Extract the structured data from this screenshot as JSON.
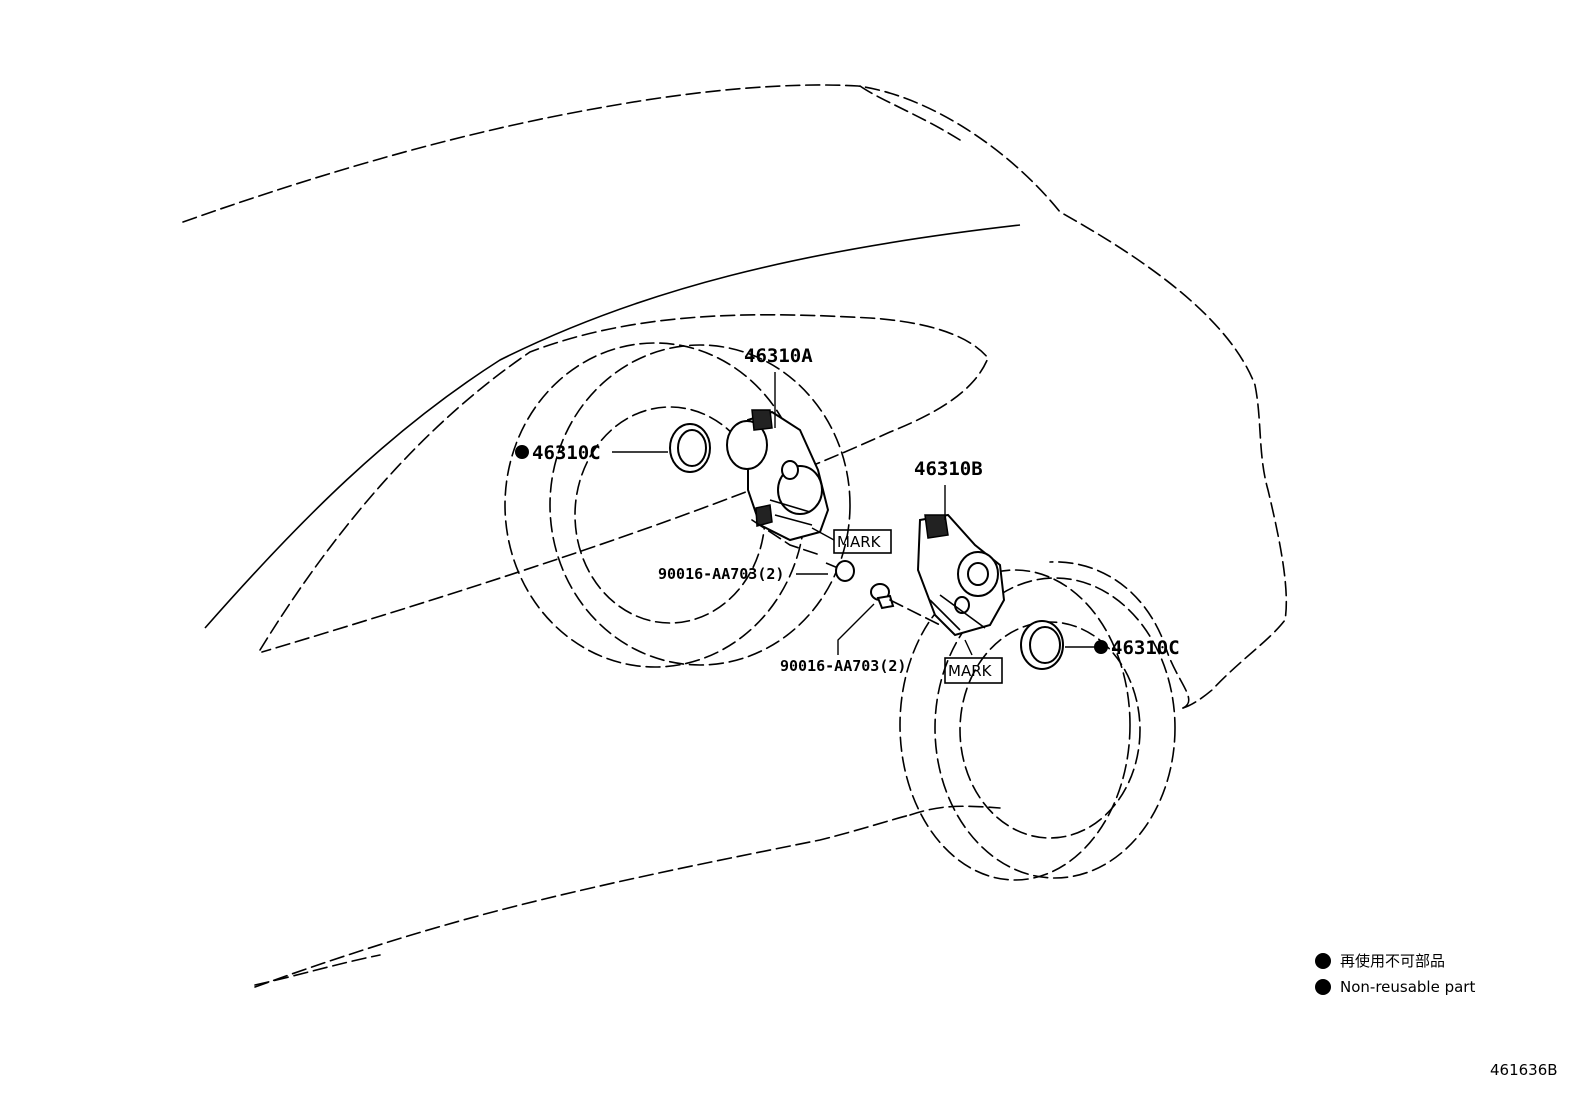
{
  "labels": {
    "actuator_a": "46310A",
    "actuator_b": "46310B",
    "seal_left": "46310C",
    "seal_right": "46310C",
    "bolt_upper": "90016-AA703(2)",
    "bolt_lower": "90016-AA703(2)",
    "mark_upper": "MARK",
    "mark_lower": "MARK"
  },
  "legend": {
    "line_jp": "再使用不可部品",
    "line_en": "Non-reusable part"
  },
  "figure_code": "461636B",
  "icons": {
    "non_reusable": "filled-circle-icon"
  }
}
